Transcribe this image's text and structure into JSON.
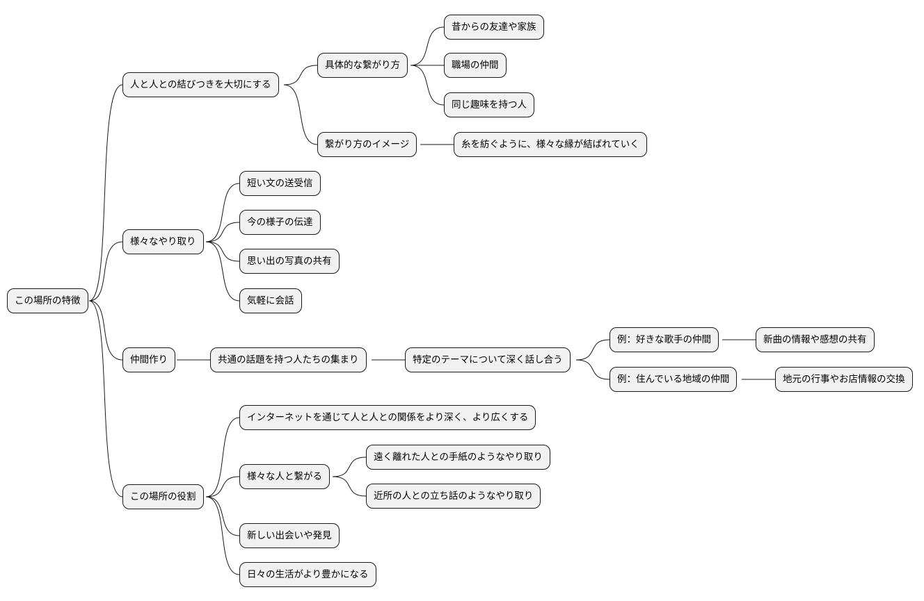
{
  "mindmap": {
    "root": {
      "label": "この場所の特徴"
    },
    "branch1": {
      "label": "人と人との結びつきを大切にする",
      "sub1": {
        "label": "具体的な繋がり方",
        "items": [
          "昔からの友達や家族",
          "職場の仲間",
          "同じ趣味を持つ人"
        ]
      },
      "sub2": {
        "label": "繋がり方のイメージ",
        "items": [
          "糸を紡ぐように、様々な縁が結ばれていく"
        ]
      }
    },
    "branch2": {
      "label": "様々なやり取り",
      "items": [
        "短い文の送受信",
        "今の様子の伝達",
        "思い出の写真の共有",
        "気軽に会話"
      ]
    },
    "branch3": {
      "label": "仲間作り",
      "sub1": {
        "label": "共通の話題を持つ人たちの集まり",
        "sub1": {
          "label": "特定のテーマについて深く話し合う",
          "ex1": {
            "label": "例：好きな歌手の仲間",
            "detail": "新曲の情報や感想の共有"
          },
          "ex2": {
            "label": "例：住んでいる地域の仲間",
            "detail": "地元の行事やお店情報の交換"
          }
        }
      }
    },
    "branch4": {
      "label": "この場所の役割",
      "item1": "インターネットを通じて人と人との関係をより深く、より広くする",
      "sub1": {
        "label": "様々な人と繋がる",
        "items": [
          "遠く離れた人との手紙のようなやり取り",
          "近所の人との立ち話のようなやり取り"
        ]
      },
      "item3": "新しい出会いや発見",
      "item4": "日々の生活がより豊かになる"
    }
  }
}
